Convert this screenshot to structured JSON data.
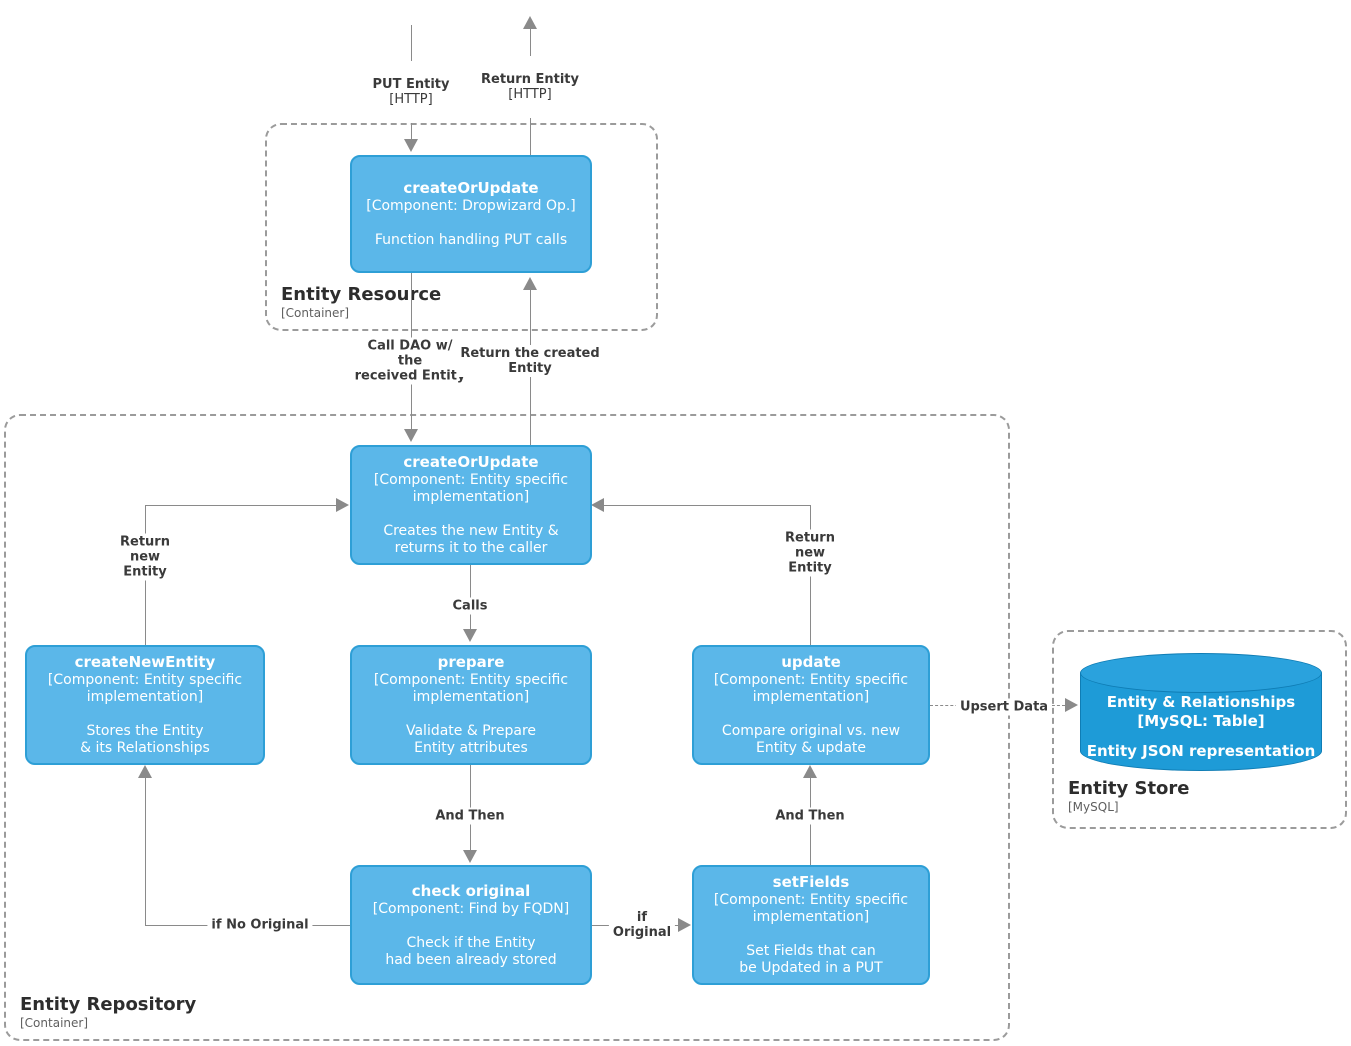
{
  "diagram": {
    "containers": {
      "resource": {
        "name": "Entity Resource",
        "meta": "[Container]"
      },
      "repository": {
        "name": "Entity Repository",
        "meta": "[Container]"
      },
      "store": {
        "name": "Entity Store",
        "meta": "[MySQL]"
      }
    },
    "nodes": {
      "resource_create_or_update": {
        "title": "createOrUpdate",
        "meta": "[Component: Dropwizard Op.]",
        "desc": "Function handling PUT calls"
      },
      "repo_create_or_update": {
        "title": "createOrUpdate",
        "meta": "[Component: Entity specific\nimplementation]",
        "desc": "Creates the new Entity &\nreturns it to the caller"
      },
      "create_new_entity": {
        "title": "createNewEntity",
        "meta": "[Component: Entity specific\nimplementation]",
        "desc": "Stores the Entity\n& its Relationships"
      },
      "prepare": {
        "title": "prepare",
        "meta": "[Component: Entity specific\nimplementation]",
        "desc": "Validate & Prepare\nEntity attributes"
      },
      "update": {
        "title": "update",
        "meta": "[Component: Entity specific\nimplementation]",
        "desc": "Compare original vs. new\nEntity & update"
      },
      "check_original": {
        "title": "check original",
        "meta": "[Component: Find by FQDN]",
        "desc": "Check if the Entity\nhad been already stored"
      },
      "set_fields": {
        "title": "setFields",
        "meta": "[Component: Entity specific\nimplementation]",
        "desc": "Set Fields that can\nbe Updated in a PUT"
      },
      "entity_table": {
        "title": "Entity & Relationships",
        "meta": "[MySQL: Table]",
        "desc": "Entity JSON representation"
      }
    },
    "edges": {
      "put_entity": {
        "label": "PUT Entity",
        "meta": "[HTTP]"
      },
      "return_entity": {
        "label": "Return Entity",
        "meta": "[HTTP]"
      },
      "call_dao": {
        "label": "Call DAO w/\nthe\nreceived Entity"
      },
      "return_created": {
        "label": "Return the created\nEntity"
      },
      "calls": {
        "label": "Calls"
      },
      "and_then_left": {
        "label": "And Then"
      },
      "and_then_right": {
        "label": "And Then"
      },
      "return_new_left": {
        "label": "Return\nnew\nEntity"
      },
      "return_new_right": {
        "label": "Return\nnew\nEntity"
      },
      "if_no_original": {
        "label": "if No Original"
      },
      "if_original": {
        "label": "if\nOriginal"
      },
      "upsert_data": {
        "label": "Upsert Data"
      }
    },
    "colors": {
      "node_fill": "#5bb7e9",
      "node_border": "#2e9fd6",
      "db_fill": "#1e9bd7",
      "db_border": "#0f7db5",
      "line": "#8a8a8a",
      "label_text": "#3a3a3a"
    }
  }
}
